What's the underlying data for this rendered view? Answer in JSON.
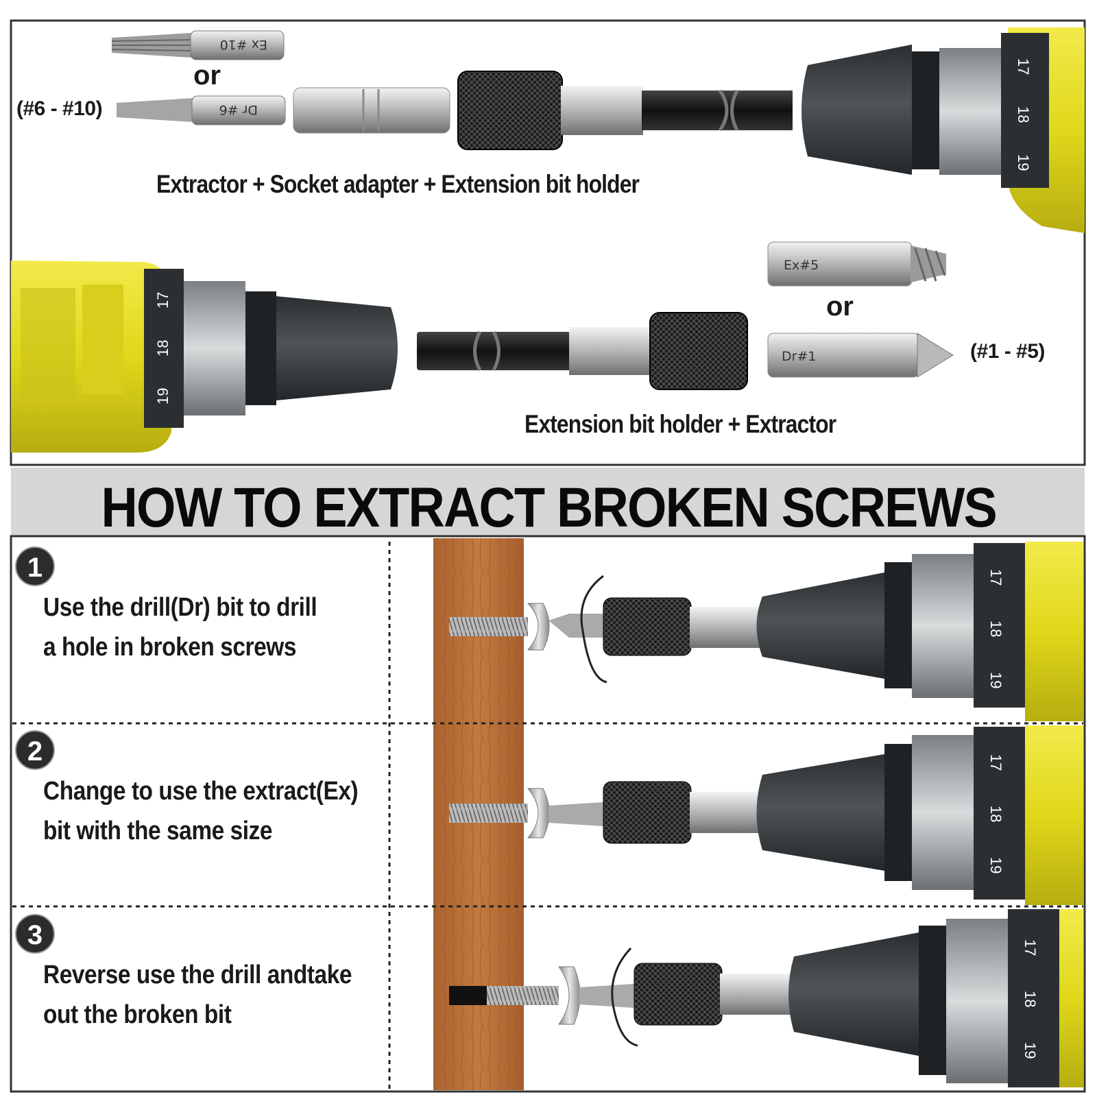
{
  "assembly_top": {
    "bit_ex_label": "Ex #10",
    "or_label": "or",
    "size_range": "(#6 - #10)",
    "bit_dr_label": "Dr #6",
    "caption": "Extractor + Socket adapter + Extension bit holder"
  },
  "assembly_bottom": {
    "bit_ex_label": "Ex#5",
    "or_label": "or",
    "bit_dr_label": "Dr#1",
    "size_range": "(#1 - #5)",
    "caption": "Extension bit holder + Extractor"
  },
  "chuck_scale": [
    "17",
    "18",
    "19"
  ],
  "heading": "HOW TO EXTRACT BROKEN SCREWS",
  "steps": [
    {
      "number": "1",
      "line1": "Use the drill(Dr) bit to drill",
      "line2": "a hole in broken screws"
    },
    {
      "number": "2",
      "line1": "Change to use the extract(Ex)",
      "line2": "bit with the same size"
    },
    {
      "number": "3",
      "line1": "Reverse use the drill andtake",
      "line2": "out the broken bit"
    }
  ],
  "colors": {
    "drill_yellow": "#e4dc1c",
    "drill_dark": "#3a3e40",
    "wood": "#b8703a",
    "heading_band": "#d6d6d6"
  }
}
